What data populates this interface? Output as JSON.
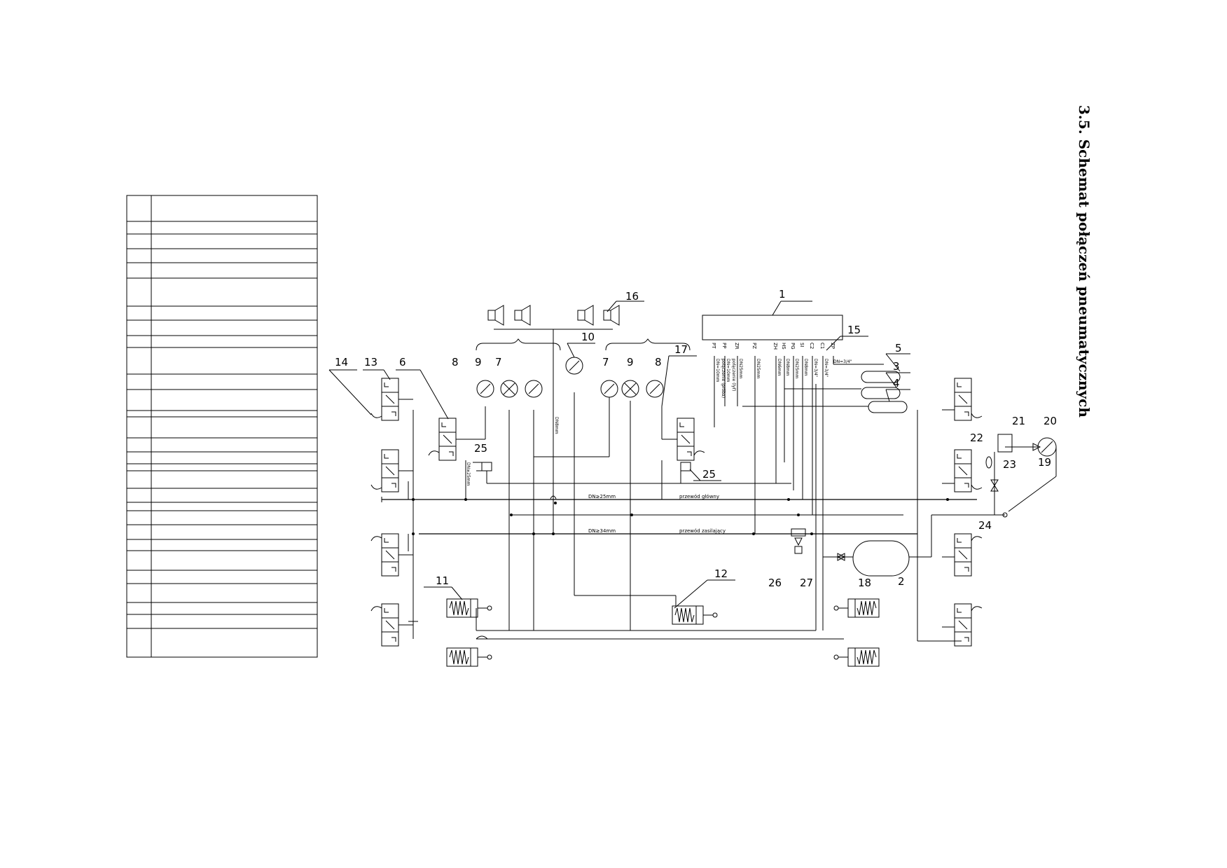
{
  "title": "3.5.  Schemat połączeń pneumatycznych",
  "legend_table": {
    "rows": 28,
    "columns": 2
  },
  "component_labels": {
    "n1": "1",
    "n2": "2",
    "n3": "3",
    "n4": "4",
    "n5": "5",
    "n6": "6",
    "n7a": "7",
    "n7b": "7",
    "n8a": "8",
    "n8b": "8",
    "n9a": "9",
    "n9b": "9",
    "n10": "10",
    "n11": "11",
    "n12": "12",
    "n13": "13",
    "n14": "14",
    "n15": "15",
    "n16": "16",
    "n17": "17",
    "n18": "18",
    "n19": "19",
    "n20": "20",
    "n21": "21",
    "n22": "22",
    "n23": "23",
    "n24": "24",
    "n25a": "25",
    "n25b": "25",
    "n26": "26",
    "n27": "27"
  },
  "ports": [
    "PT",
    "PP",
    "ZR",
    "PZ",
    "ZH",
    "HS",
    "PG",
    "SI",
    "C2",
    "C1",
    "ZP"
  ],
  "pipe_labels": {
    "v_pt": "DN=10mm",
    "v_pt2": "połączenie (próba)",
    "v_pp": "DN=10mm",
    "v_pp2": "połączenie (lyř)",
    "v_zr": "DN25mm",
    "v_pz": "DN25mm",
    "v_zh": "DN6mm",
    "v_hs": "DN8mm",
    "v_pg": "DN25mm",
    "v_si": "DN8mm",
    "v_c2": "DN=3/4\"",
    "v_c1": "DN=3/4\"",
    "h_zp": "DN=3/4\"",
    "v_mid": "DN8mm",
    "v_6": "DN≥25mm",
    "main_dn": "DN≥25mm",
    "main_name": "przewód główny",
    "supply_dn": "DN≥34mm",
    "supply_name": "przewód zasilający"
  }
}
